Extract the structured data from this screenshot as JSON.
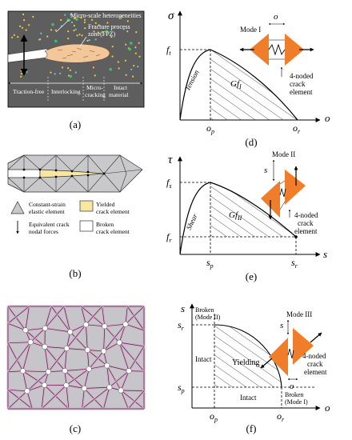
{
  "panel_a": {
    "caption": "(a)",
    "labels": {
      "heterogeneities": "Micro-scale heterogeneities",
      "fpz1": "Fracture process",
      "fpz2": "zone(FPZ)",
      "traction_free": "Traction-free",
      "interlocking": "Interlocking",
      "micro1": "Micro-",
      "micro2": "cracking",
      "intact1": "Intact",
      "intact2": "material"
    },
    "colors": {
      "background": "#5e5e5e",
      "fpz": "#f2c79a",
      "particle_yellow": "#f3c83a",
      "particle_blue": "#62c8e8",
      "particle_green": "#3cc070"
    }
  },
  "panel_b": {
    "caption": "(b)",
    "legend": {
      "cst1": "Constant-strain",
      "cst2": "elastic element",
      "yield1": "Yielded",
      "yield2": "crack element",
      "force1": "Equivalent crack",
      "force2": "nodal forces",
      "broken1": "Broken",
      "broken2": "crack element"
    },
    "colors": {
      "mesh": "#c9c9cc",
      "yielded": "#f7e7a1"
    }
  },
  "panel_c": {
    "caption": "(c)",
    "colors": {
      "fill": "#c6c6ca",
      "pink": "#dcaad0"
    }
  },
  "panel_d": {
    "caption": "(d)",
    "y_axis": "σ",
    "x_axis": "o",
    "peak_tick": "f",
    "peak_sub": "t",
    "xtick_p": "o",
    "xtick_p_sub": "p",
    "xtick_r": "o",
    "xtick_r_sub": "r",
    "branch": "Tension",
    "energy": "Gf",
    "energy_sub": "I",
    "mode": "Mode I",
    "opening": "o",
    "element1": "4-noded",
    "element2": "crack",
    "element3": "element"
  },
  "panel_e": {
    "caption": "(e)",
    "y_axis": "τ",
    "x_axis": "s",
    "peak_tick": "f",
    "peak_sub": "s",
    "residual_tick": "f",
    "residual_sub": "r",
    "xtick_p": "s",
    "xtick_p_sub": "p",
    "xtick_r": "s",
    "xtick_r_sub": "r",
    "branch": "Shear",
    "energy": "Gf",
    "energy_sub": "II",
    "mode": "Mode II",
    "slip": "s",
    "element1": "4-noded",
    "element2": "crack",
    "element3": "element"
  },
  "panel_f": {
    "caption": "(f)",
    "y_axis": "s",
    "x_axis": "o",
    "ytick_r": "s",
    "ytick_r_sub": "r",
    "ytick_p": "s",
    "ytick_p_sub": "p",
    "xtick_p": "o",
    "xtick_p_sub": "p",
    "xtick_r": "o",
    "xtick_r_sub": "r",
    "broken_mode2a": "Broken",
    "broken_mode2b": "(Mode II)",
    "intact_upper": "Intact",
    "yielding": "Yielding",
    "intact_lower": "Intact",
    "broken_mode1a": "Broken",
    "broken_mode1b": "(Mode I)",
    "mode": "Mode III",
    "slip": "s",
    "opening": "o",
    "element1": "4-noded",
    "element2": "crack",
    "element3": "element"
  },
  "colors": {
    "orange": "#f07d2a"
  }
}
